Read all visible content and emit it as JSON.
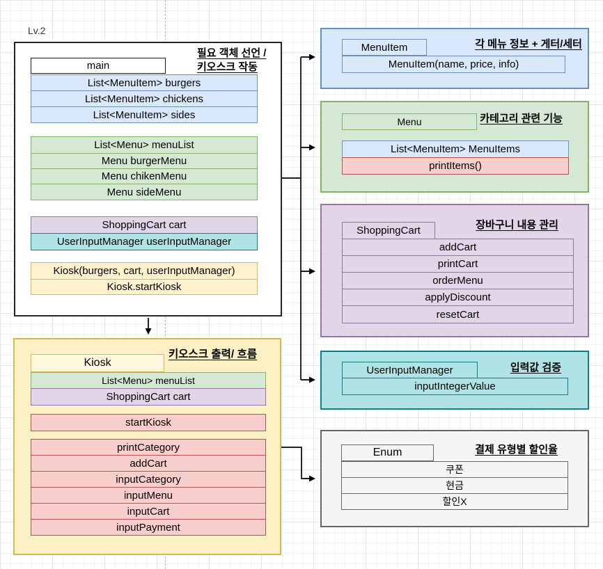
{
  "canvas": {
    "level_label": "Lv.2"
  },
  "palette": {
    "blue_fill": "#dae8fc",
    "blue_stroke": "#6c8ebf",
    "green_fill": "#d5e8d4",
    "green_stroke": "#82b366",
    "purple_fill": "#e1d5e7",
    "purple_stroke": "#9673a6",
    "teal_fill": "#b0e3e6",
    "teal_stroke": "#0e8088",
    "yellow_fill": "#fff2cc",
    "yellow_stroke": "#d6b656",
    "red_fill": "#f8cecc",
    "red_stroke": "#b85450",
    "gray_fill": "#f5f5f5",
    "gray_stroke": "#666666",
    "connector": "#000000"
  },
  "main_box": {
    "title_line1": "필요 객체 선언 /",
    "title_line2": "키오스크 작동",
    "header": "main",
    "blue_rows": [
      "List<MenuItem> burgers",
      "List<MenuItem> chickens",
      "List<MenuItem> sides"
    ],
    "green_rows": [
      "List<Menu> menuList",
      "Menu burgerMenu",
      "Menu chikenMenu",
      "Menu sideMenu"
    ],
    "purple_row": "ShoppingCart cart",
    "teal_row": "UserInputManager userInputManager",
    "yellow_rows": [
      "Kiosk(burgers, cart, userInputManager)",
      "Kiosk.startKiosk"
    ]
  },
  "kiosk_box": {
    "title": "키오스크 출력/ 흐름",
    "header": "Kiosk",
    "green_row": "List<Menu> menuList",
    "purple_row": "ShoppingCart cart",
    "start_row": "startKiosk",
    "method_rows": [
      "printCategory",
      "addCart",
      "inputCategory",
      "inputMenu",
      "inputCart",
      "inputPayment"
    ]
  },
  "menuitem_box": {
    "header": "MenuItem",
    "title": "각 메뉴 정보 + 게터/세터",
    "constructor_row": "MenuItem(name, price, info)"
  },
  "menu_box": {
    "header": "Menu",
    "title": "카테고리 관련 기능",
    "field_row": "List<MenuItem> MenuItems",
    "method_row": "printItems()"
  },
  "cart_box": {
    "header": "ShoppingCart",
    "title": "장바구니 내용 관리",
    "rows": [
      "addCart",
      "printCart",
      "orderMenu",
      "applyDiscount",
      "resetCart"
    ]
  },
  "input_box": {
    "header": "UserInputManager",
    "title": "입력값 검증",
    "row": "inputIntegerValue"
  },
  "enum_box": {
    "header": "Enum",
    "title": "결제 유형별 할인율",
    "rows": [
      "쿠폰",
      "현금",
      "할인X"
    ]
  }
}
